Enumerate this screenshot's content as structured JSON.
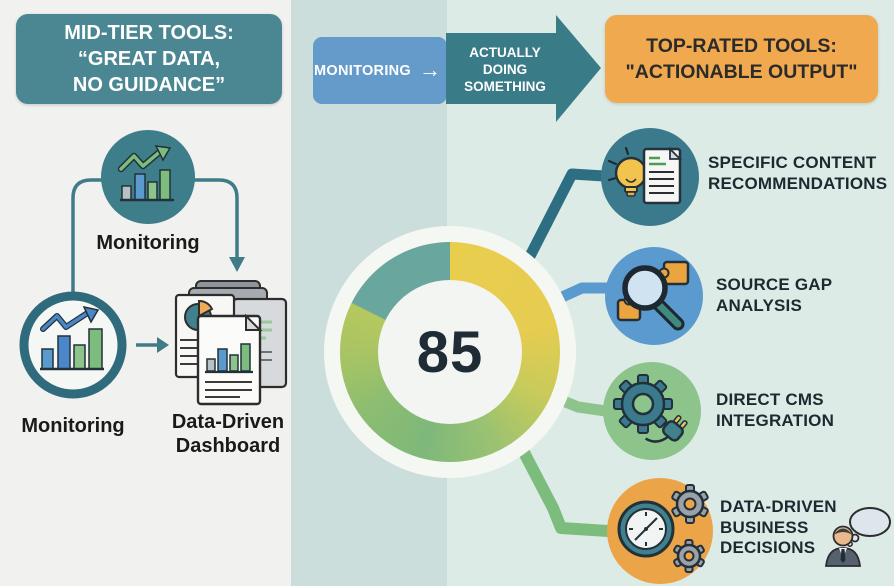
{
  "left_panel": {
    "header": {
      "line1": "MID-TIER TOOLS:",
      "line2": "“GREAT DATA,",
      "line3": "NO GUIDANCE”",
      "bg_color": "#4b8793"
    },
    "top_monitoring_label": "Monitoring",
    "bottom_monitoring_label": "Monitoring",
    "dashboard_label_line1": "Data-Driven",
    "dashboard_label_line2": "Dashboard"
  },
  "transition_banner": {
    "from_label": "MONITORING",
    "arrow_glyph": "→",
    "to_line1": "ACTUALLY",
    "to_line2": "DOING",
    "to_line3": "SOMETHING",
    "from_bg_color": "#649bca",
    "to_bg_color": "#3a7b88"
  },
  "score_ring": {
    "value": "85",
    "segment_colors": [
      "#e9ce4e",
      "#b5c85e",
      "#7eb87a",
      "#69a79e"
    ]
  },
  "chart_data": {
    "type": "pie",
    "subtype": "donut-gauge",
    "title": "",
    "center_value": 85,
    "segments": [
      {
        "color": "#e9ce4e",
        "label": "yellow",
        "approx_deg": 100
      },
      {
        "color": "#7eb87a",
        "label": "green-gradient",
        "approx_deg": 196
      },
      {
        "color": "#69a79e",
        "label": "teal",
        "approx_deg": 64
      }
    ]
  },
  "right_panel": {
    "header": {
      "line1": "TOP-RATED TOOLS:",
      "line2": "\"ACTIONABLE OUTPUT\"",
      "bg_color": "#f0a94e"
    },
    "items": [
      {
        "icon": "lightbulb-document-icon",
        "circle_color": "#3a7a8c",
        "line1": "SPECIFIC CONTENT",
        "line2": "RECOMMENDATIONS",
        "line3": ""
      },
      {
        "icon": "magnifier-puzzle-icon",
        "circle_color": "#5b9ace",
        "line1": "SOURCE GAP",
        "line2": "ANALYSIS",
        "line3": ""
      },
      {
        "icon": "gear-plug-icon",
        "circle_color": "#8cc48c",
        "line1": "DIRECT CMS",
        "line2": "INTEGRATION",
        "line3": ""
      },
      {
        "icon": "compass-gears-icon",
        "circle_color": "#eca448",
        "line1": "DATA-DRIVEN",
        "line2": "BUSINESS",
        "line3": "DECISIONS"
      }
    ]
  },
  "colors": {
    "teal_accent": "#3a7b88",
    "blue_accent": "#5b9ace",
    "green_accent": "#7cbd7e",
    "orange_accent": "#f0a94e",
    "bg_left": "#f1f1ef",
    "bg_mid": "#cbdedb",
    "bg_right": "#dcebe6"
  }
}
